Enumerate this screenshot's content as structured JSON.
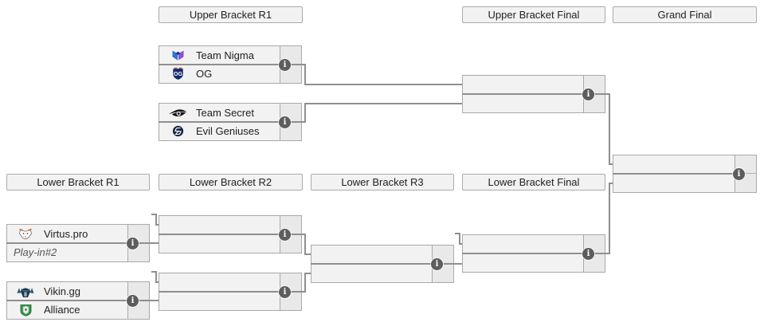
{
  "headers": {
    "ub_r1": "Upper Bracket R1",
    "ub_final": "Upper Bracket Final",
    "grand_final": "Grand Final",
    "lb_r1": "Lower Bracket R1",
    "lb_r2": "Lower Bracket R2",
    "lb_r3": "Lower Bracket R3",
    "lb_final": "Lower Bracket Final"
  },
  "matches": {
    "ub_r1_m1": {
      "top": {
        "name": "Team Nigma",
        "score": "",
        "logo": "team-nigma-logo"
      },
      "bottom": {
        "name": "OG",
        "score": "",
        "logo": "og-logo"
      }
    },
    "ub_r1_m2": {
      "top": {
        "name": "Team Secret",
        "score": "",
        "logo": "team-secret-logo"
      },
      "bottom": {
        "name": "Evil Geniuses",
        "score": "",
        "logo": "evil-geniuses-logo"
      }
    },
    "ub_final": {
      "top": {
        "name": "",
        "score": ""
      },
      "bottom": {
        "name": "",
        "score": ""
      }
    },
    "grand_final": {
      "top": {
        "name": "",
        "score": ""
      },
      "bottom": {
        "name": "",
        "score": ""
      }
    },
    "lb_r1_m1": {
      "top": {
        "name": "Virtus.pro",
        "score": "",
        "logo": "virtus-pro-logo"
      },
      "bottom": {
        "name": "Play-in#2",
        "score": "",
        "hint": true
      }
    },
    "lb_r1_m2": {
      "top": {
        "name": "Vikin.gg",
        "score": "",
        "logo": "vikin-gg-logo"
      },
      "bottom": {
        "name": "Alliance",
        "score": "",
        "logo": "alliance-logo"
      }
    },
    "lb_r2_m1": {
      "top": {
        "name": "",
        "score": ""
      },
      "bottom": {
        "name": "",
        "score": ""
      }
    },
    "lb_r2_m2": {
      "top": {
        "name": "",
        "score": ""
      },
      "bottom": {
        "name": "",
        "score": ""
      }
    },
    "lb_r3": {
      "top": {
        "name": "",
        "score": ""
      },
      "bottom": {
        "name": "",
        "score": ""
      }
    },
    "lb_final": {
      "top": {
        "name": "",
        "score": ""
      },
      "bottom": {
        "name": "",
        "score": ""
      }
    }
  },
  "icons": {
    "info_glyph": "i"
  },
  "colors": {
    "box_bg": "#f2f2f2",
    "score_bg": "#e9e9e9",
    "border": "#a9a9a9",
    "connector": "#8f8f8f",
    "text": "#202122",
    "hint_text": "#545454",
    "info_bg": "#5d5d5d",
    "nigma_blue": "#2e6fd9",
    "nigma_purple": "#8a52d8",
    "og_navy": "#0e2b6b",
    "og_red": "#d93a3a",
    "secret_black": "#141414",
    "eg_navy": "#132642",
    "vp_orange": "#ff6a13",
    "vikin_navy": "#1a3347",
    "alliance_green": "#2f9e41"
  }
}
